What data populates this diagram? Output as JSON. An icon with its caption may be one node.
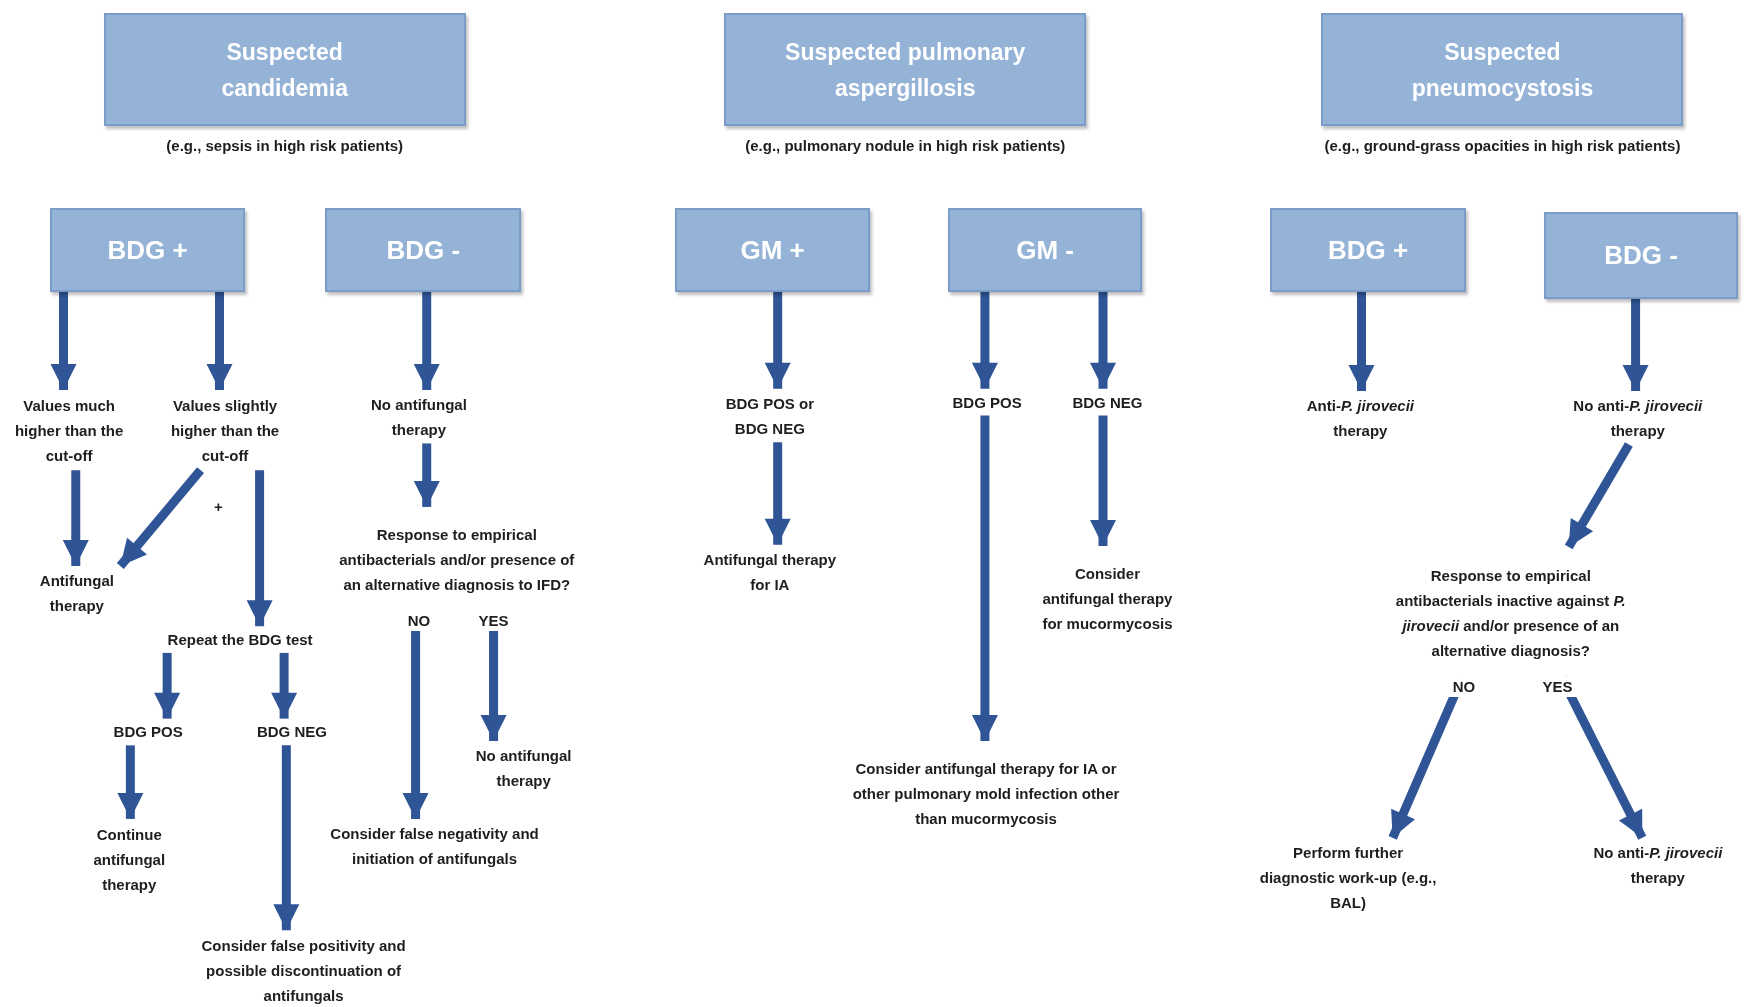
{
  "diagram": {
    "nodes": [
      {
        "text": [
          "Suspected candidemia"
        ],
        "beside": [
          "(e.g., sepsis in high risk patients)"
        ]
      },
      {
        "text": [
          "Suspected pulmonary aspergillosis"
        ],
        "beside": [
          "(e.g., pulmonary nodule in high risk patients)"
        ]
      },
      {
        "text": [
          "Suspected pneumocystosis"
        ],
        "beside": [
          "(e.g., ground-grass opacities in high risk patients)"
        ]
      },
      {
        "text": [
          "BDG +"
        ]
      },
      {
        "text": [
          "BDG -"
        ]
      },
      {
        "text": [
          "GM +"
        ]
      },
      {
        "text": [
          "GM -"
        ]
      },
      {
        "text": [
          "BDG +"
        ]
      },
      {
        "text": [
          "BDG -"
        ]
      },
      {
        "text": [
          "Values much higher than the cut-off"
        ]
      },
      {
        "text": [
          "Values slightly higher than the cut-off"
        ]
      },
      {
        "text": [
          "No antifungal therapy"
        ]
      },
      {
        "text": [
          "Antifungal therapy"
        ]
      },
      {
        "text": [
          "Repeat the BDG test"
        ]
      },
      {
        "text": [
          "Response to empirical antibacterials and/or presence of an alternative diagnosis to IFD?"
        ]
      },
      {
        "text": [
          "BDG POS"
        ]
      },
      {
        "text": [
          "BDG NEG"
        ]
      },
      {
        "text": [
          "No antifungal therapy"
        ]
      },
      {
        "text": [
          "Continue antifungal therapy"
        ]
      },
      {
        "text": [
          "Consider false negativity and initiation of antifungals"
        ]
      },
      {
        "text": [
          "Consider false positivity and possible discontinuation of antifungals"
        ]
      },
      {
        "text": [
          "BDG POS or BDG NEG"
        ]
      },
      {
        "text": [
          "BDG POS"
        ]
      },
      {
        "text": [
          "BDG NEG"
        ]
      },
      {
        "text": [
          "Antifungal therapy for IA"
        ]
      },
      {
        "text": [
          "Consider antifungal therapy for mucormycosis"
        ]
      },
      {
        "text": [
          "Consider antifungal therapy for IA or other pulmonary mold infection other than mucormycosis"
        ]
      },
      {
        "text": [
          "Anti-*P. jirovecii* therapy"
        ]
      },
      {
        "text": [
          "No anti-*P. jirovecii* therapy"
        ]
      },
      {
        "text": [
          "Response to empirical antibacterials inactive against *P. jirovecii* and/or presence of an alternative diagnosis?"
        ]
      },
      {
        "text": [
          "Perform further diagnostic work-up (e.g., BAL)"
        ]
      },
      {
        "text": [
          "No anti-*P. jirovecii* therapy"
        ]
      }
    ],
    "edges": [
      {
        "from": 3,
        "to": 9,
        "arrow": "to"
      },
      {
        "from": 3,
        "to": 10,
        "arrow": "to"
      },
      {
        "from": 4,
        "to": 11,
        "arrow": "to"
      },
      {
        "from": 9,
        "to": 12,
        "arrow": "to"
      },
      {
        "from": 10,
        "to": 12,
        "arrow": "to",
        "label": "+"
      },
      {
        "from": 10,
        "to": 13,
        "arrow": "to"
      },
      {
        "from": 11,
        "to": 14,
        "arrow": "to"
      },
      {
        "from": 13,
        "to": 15,
        "arrow": "to"
      },
      {
        "from": 13,
        "to": 16,
        "arrow": "to"
      },
      {
        "from": 14,
        "to": 19,
        "arrow": "to",
        "label": "NO"
      },
      {
        "from": 14,
        "to": 17,
        "arrow": "to",
        "label": "YES"
      },
      {
        "from": 15,
        "to": 18,
        "arrow": "to"
      },
      {
        "from": 16,
        "to": 20,
        "arrow": "to"
      },
      {
        "from": 5,
        "to": 21,
        "arrow": "to"
      },
      {
        "from": 21,
        "to": 24,
        "arrow": "to"
      },
      {
        "from": 6,
        "to": 22,
        "arrow": "to"
      },
      {
        "from": 6,
        "to": 23,
        "arrow": "to"
      },
      {
        "from": 22,
        "to": 26,
        "arrow": "to"
      },
      {
        "from": 23,
        "to": 25,
        "arrow": "to"
      },
      {
        "from": 7,
        "to": 27,
        "arrow": "to"
      },
      {
        "from": 8,
        "to": 28,
        "arrow": "to"
      },
      {
        "from": 28,
        "to": 29,
        "arrow": "to"
      },
      {
        "from": 29,
        "to": 30,
        "arrow": "to",
        "label": "NO"
      },
      {
        "from": 29,
        "to": 31,
        "arrow": "to",
        "label": "YES"
      }
    ]
  }
}
